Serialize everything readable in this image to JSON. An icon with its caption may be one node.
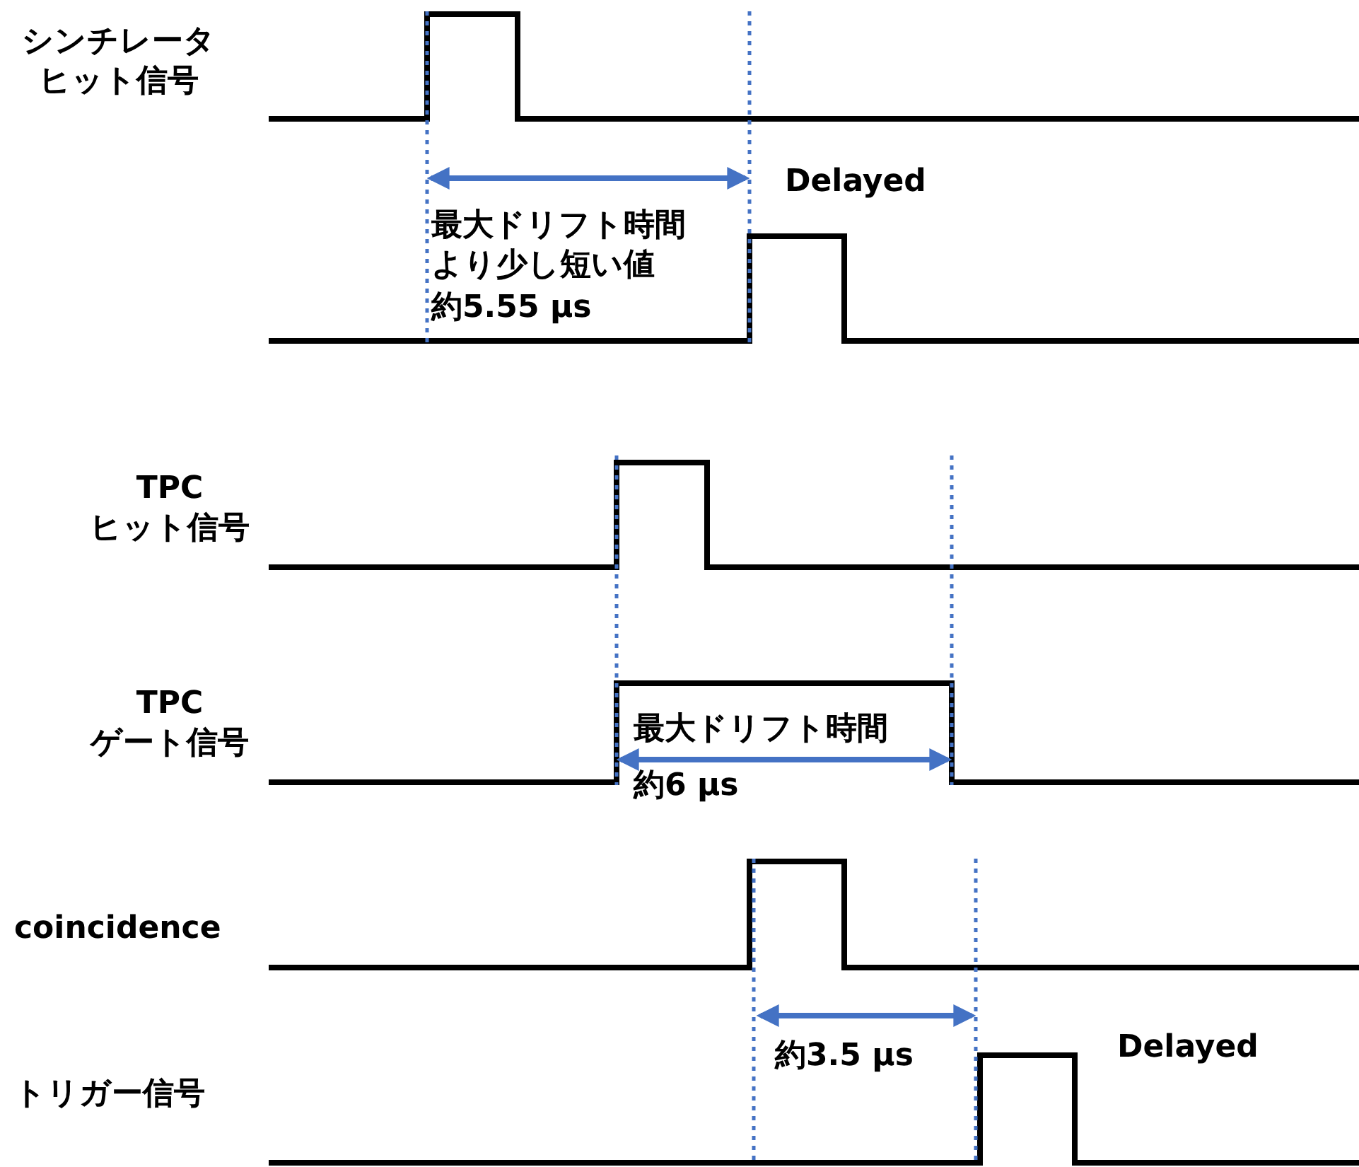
{
  "diagram": {
    "labels": [
      "シンチレータヒット信号",
      "Delayed",
      "最大ドリフト時間より少し短い値",
      "約5.55 μs",
      "TPCヒット信号",
      "TPCゲート信号",
      "最大ドリフト時間",
      "約6 μs",
      "coincidence",
      "約3.5 μs",
      "Delayed",
      "トリガー信号"
    ]
  }
}
